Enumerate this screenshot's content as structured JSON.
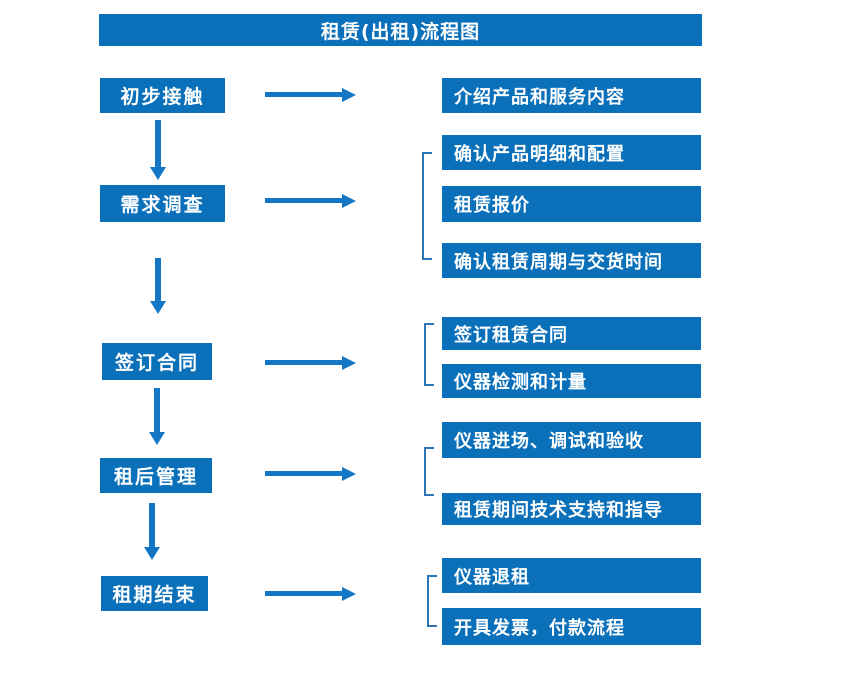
{
  "title": "租赁(出租)流程图",
  "steps": [
    {
      "label": "初步接触",
      "details": [
        "介绍产品和服务内容"
      ]
    },
    {
      "label": "需求调查",
      "details": [
        "确认产品明细和配置",
        "租赁报价",
        "确认租赁周期与交货时间"
      ]
    },
    {
      "label": "签订合同",
      "details": [
        "签订租赁合同",
        "仪器检测和计量"
      ]
    },
    {
      "label": "租后管理",
      "details": [
        "仪器进场、调试和验收",
        "租赁期间技术支持和指导"
      ]
    },
    {
      "label": "租期结束",
      "details": [
        "仪器退租",
        "开具发票，付款流程"
      ]
    }
  ],
  "colors": {
    "box-fill": "#0B70BA",
    "arrow": "#1377C6",
    "bracket": "#2E75B6",
    "text": "#FFFFFF",
    "page-bg": "#FFFFFF"
  }
}
